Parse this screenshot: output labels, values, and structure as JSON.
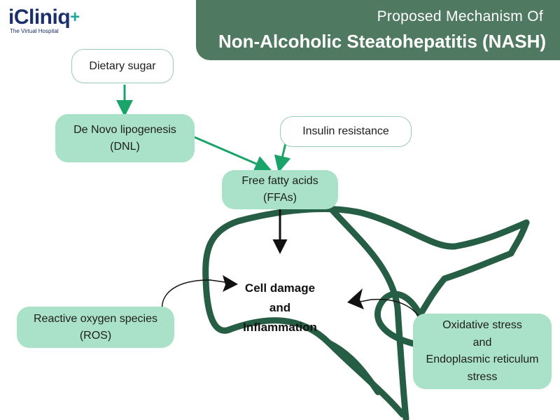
{
  "logo": {
    "name": "iCliniq",
    "tagline": "The Virtual Hospital"
  },
  "header": {
    "subtitle": "Proposed Mechanism Of",
    "title": "Non-Alcoholic Steatohepatitis (NASH)"
  },
  "nodes": {
    "dietary_sugar": {
      "label": "Dietary sugar"
    },
    "dnl": {
      "line1": "De Novo lipogenesis",
      "line2": "(DNL)"
    },
    "insulin": {
      "label": "Insulin resistance"
    },
    "ffa": {
      "line1": "Free fatty acids",
      "line2": "(FFAs)"
    },
    "ros": {
      "line1": "Reactive oxygen species",
      "line2": "(ROS)"
    },
    "oxidative": {
      "line1": "Oxidative stress",
      "line2": "and",
      "line3": "Endoplasmic reticulum",
      "line4": "stress"
    }
  },
  "center": {
    "line1": "Cell damage",
    "line2": "and",
    "line3": "Inflammation"
  },
  "colors": {
    "banner": "#4f7a61",
    "node_fill": "#a9e2c8",
    "arrow": "#1aa46a",
    "liver_outline": "#265e45",
    "logo_text": "#1a2f6b",
    "logo_accent": "#1aa89a"
  }
}
